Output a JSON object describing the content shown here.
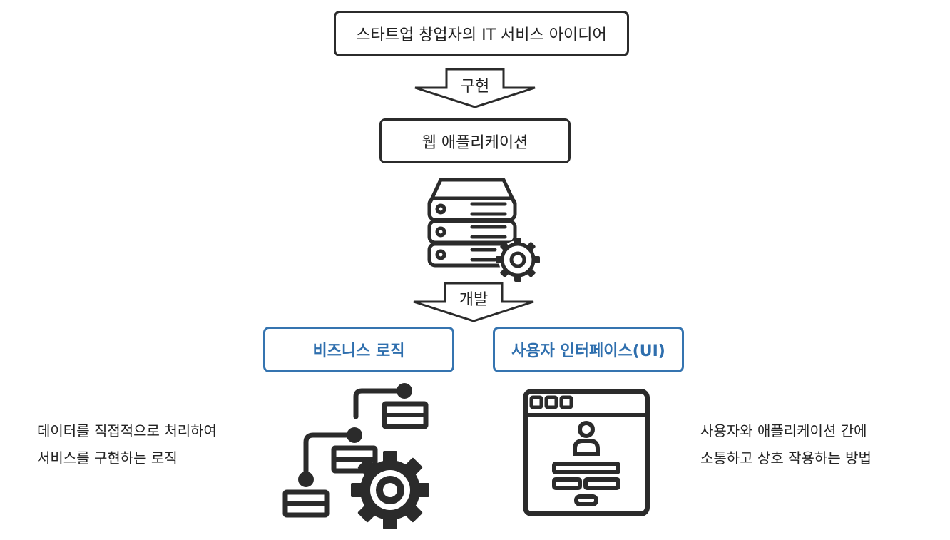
{
  "top_box": "스타트업 창업자의 IT 서비스 아이디어",
  "arrow1_label": "구현",
  "mid_box": "웹 애플리케이션",
  "arrow2_label": "개발",
  "left_box": "비즈니스 로직",
  "right_box": "사용자 인터페이스(UI)",
  "left_desc": {
    "line1": "데이터를 직접적으로 처리하여",
    "line2": "서비스를 구현하는 로직"
  },
  "right_desc": {
    "line1": "사용자와 애플리케이션 간에",
    "line2": "소통하고 상호 작용하는 방법"
  },
  "colors": {
    "dark": "#2b2b2b",
    "blue": "#3574b0"
  },
  "icons": [
    "server-gear-icon",
    "business-logic-icon",
    "ui-window-icon"
  ]
}
